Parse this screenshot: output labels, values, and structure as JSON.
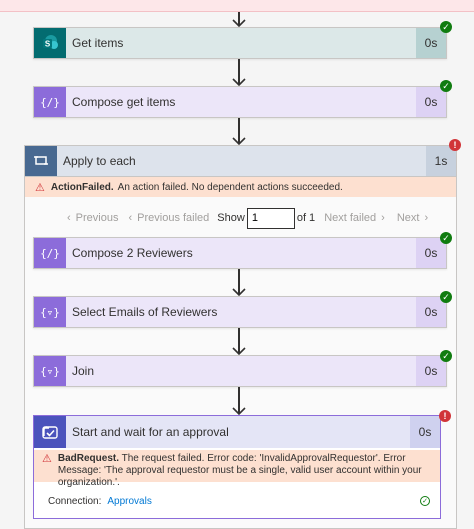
{
  "actions": {
    "get_items": {
      "title": "Get items",
      "duration": "0s",
      "status": "success",
      "icon": "sharepoint-icon"
    },
    "compose_get_items": {
      "title": "Compose get items",
      "duration": "0s",
      "status": "success",
      "icon": "compose-icon"
    }
  },
  "loop": {
    "title": "Apply to each",
    "duration": "1s",
    "status": "failed",
    "icon": "loop-icon",
    "error": {
      "code": "ActionFailed.",
      "message": "An action failed. No dependent actions succeeded."
    },
    "pager": {
      "previous": "Previous",
      "previous_failed": "Previous failed",
      "show": "Show",
      "current": "1",
      "of": "of 1",
      "next_failed": "Next failed",
      "next": "Next"
    },
    "items": [
      {
        "title": "Compose 2 Reviewers",
        "duration": "0s",
        "status": "success",
        "icon": "compose-icon"
      },
      {
        "title": "Select Emails of Reviewers",
        "duration": "0s",
        "status": "success",
        "icon": "select-icon"
      },
      {
        "title": "Join",
        "duration": "0s",
        "status": "success",
        "icon": "join-icon"
      }
    ],
    "approval": {
      "title": "Start and wait for an approval",
      "duration": "0s",
      "status": "failed",
      "icon": "approval-icon",
      "error_code": "BadRequest.",
      "error_message": "The request failed. Error code: 'InvalidApprovalRequestor'. Error Message: 'The approval requestor must be a single, valid user account within your organization.'.",
      "connection_label": "Connection:",
      "connection_value": "Approvals"
    }
  },
  "colors": {
    "success": "#107c10",
    "error": "#d13438",
    "sharepoint": "#036c70",
    "compose": "#8c6cda",
    "loop": "#486991",
    "approval": "#4b53bc",
    "error_banner": "#fde0d0",
    "link": "#0078d4"
  }
}
